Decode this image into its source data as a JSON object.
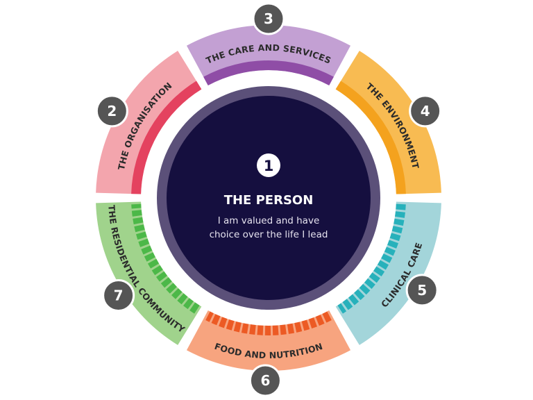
{
  "center": {
    "number": "1",
    "title": "THE PERSON",
    "subtitle_line1": "I am valued and have",
    "subtitle_line2": "choice over the life I lead",
    "ring_color": "#5b5079",
    "fill_color": "#150f3f"
  },
  "segments": [
    {
      "number": "2",
      "label": "THE ORGANISATION",
      "angle_deg": -60,
      "light": "#f3a5ad",
      "stripe": "#e4425f",
      "stripe_style": "solid"
    },
    {
      "number": "3",
      "label": "THE CARE AND SERVICES",
      "angle_deg": 0,
      "light": "#c3a0d3",
      "stripe": "#8f4da6",
      "stripe_style": "solid"
    },
    {
      "number": "4",
      "label": "THE ENVIRONMENT",
      "angle_deg": 60,
      "light": "#f8bb52",
      "stripe": "#f4a21e",
      "stripe_style": "solid"
    },
    {
      "number": "5",
      "label": "CLINICAL CARE",
      "angle_deg": 120,
      "light": "#a3d5da",
      "stripe": "#27b1bb",
      "stripe_style": "dashed"
    },
    {
      "number": "6",
      "label": "FOOD AND NUTRITION",
      "angle_deg": 180,
      "light": "#f7a47f",
      "stripe": "#ec5a24",
      "stripe_style": "dashed"
    },
    {
      "number": "7",
      "label": "THE RESIDENTIAL COMMUNITY",
      "angle_deg": 240,
      "light": "#a0d38c",
      "stripe": "#4cb848",
      "stripe_style": "dashed"
    }
  ],
  "badge_color": "#555555"
}
